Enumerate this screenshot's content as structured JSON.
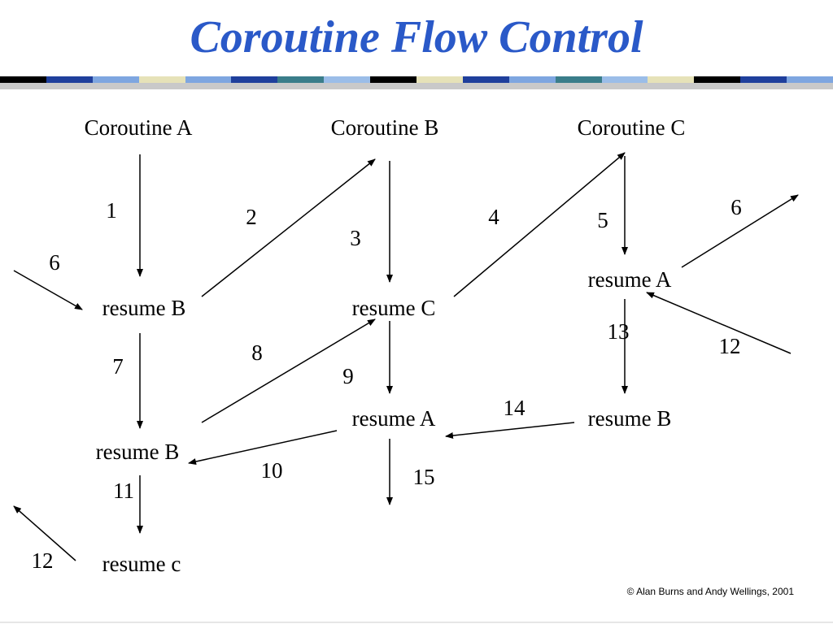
{
  "title": "Coroutine Flow Control",
  "footer": {
    "copyright": "© Alan Burns and Andy Wellings, 2001"
  },
  "theme": {
    "title_color": "#2a59c8",
    "stripe_colors": [
      "#000000",
      "#1f3f9c",
      "#7ea6e0",
      "#e6e2b8",
      "#3a7d8a",
      "#9bbde8"
    ]
  },
  "diagram": {
    "columns": [
      {
        "id": "col-a",
        "label": "Coroutine A"
      },
      {
        "id": "col-b",
        "label": "Coroutine B"
      },
      {
        "id": "col-c",
        "label": "Coroutine C"
      }
    ],
    "nodes": [
      {
        "id": "a1",
        "column": "Coroutine A",
        "label": "resume B"
      },
      {
        "id": "a2",
        "column": "Coroutine A",
        "label": "resume B"
      },
      {
        "id": "a3",
        "column": "Coroutine A",
        "label": "resume c"
      },
      {
        "id": "b1",
        "column": "Coroutine B",
        "label": "resume C"
      },
      {
        "id": "b2",
        "column": "Coroutine B",
        "label": "resume A"
      },
      {
        "id": "c1",
        "column": "Coroutine C",
        "label": "resume A"
      },
      {
        "id": "c2",
        "column": "Coroutine C",
        "label": "resume B"
      }
    ],
    "steps": [
      {
        "id": "s1",
        "label": "1"
      },
      {
        "id": "s2",
        "label": "2"
      },
      {
        "id": "s3",
        "label": "3"
      },
      {
        "id": "s4",
        "label": "4"
      },
      {
        "id": "s5",
        "label": "5"
      },
      {
        "id": "s6a",
        "label": "6"
      },
      {
        "id": "s6b",
        "label": "6"
      },
      {
        "id": "s7",
        "label": "7"
      },
      {
        "id": "s8",
        "label": "8"
      },
      {
        "id": "s9",
        "label": "9"
      },
      {
        "id": "s10",
        "label": "10"
      },
      {
        "id": "s11",
        "label": "11"
      },
      {
        "id": "s12a",
        "label": "12"
      },
      {
        "id": "s12b",
        "label": "12"
      },
      {
        "id": "s13",
        "label": "13"
      },
      {
        "id": "s14",
        "label": "14"
      },
      {
        "id": "s15",
        "label": "15"
      }
    ]
  }
}
